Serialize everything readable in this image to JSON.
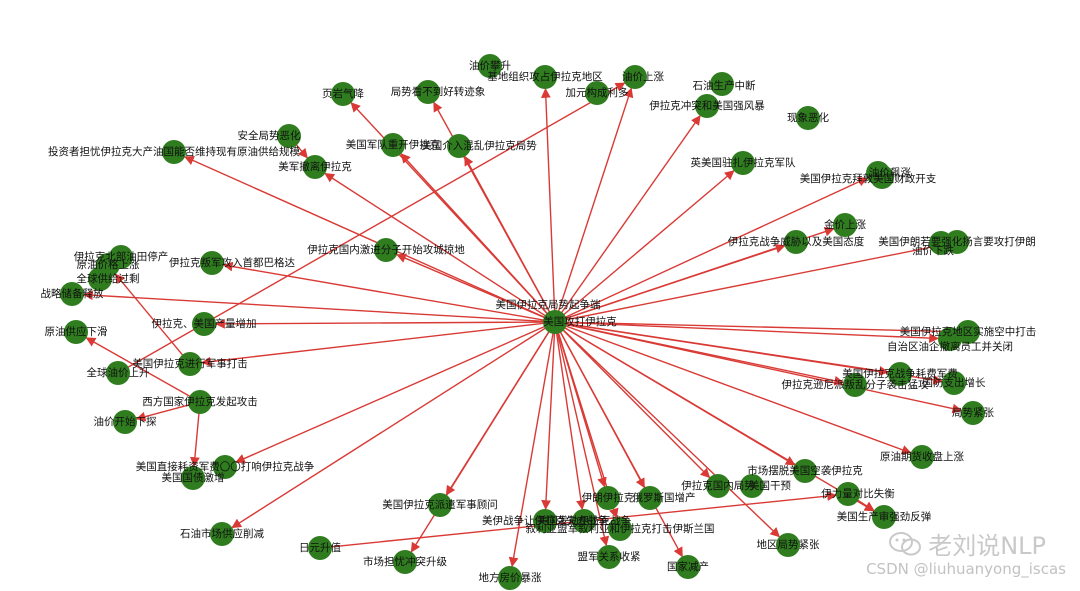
{
  "graph": {
    "hub": {
      "id": "hub",
      "label": "美国攻打伊拉克"
    },
    "hub_label_2": "美国伊拉克局势起争端",
    "nodes": [
      {
        "id": "n1",
        "label": "油价攀升"
      },
      {
        "id": "n2",
        "label": "基地组织攻占伊拉克地区"
      },
      {
        "id": "n3",
        "label": "油价上涨"
      },
      {
        "id": "n4",
        "label": "加元构成利多"
      },
      {
        "id": "n5",
        "label": "石油生产中断"
      },
      {
        "id": "n6",
        "label": "伊拉克冲突和美国强风暴"
      },
      {
        "id": "n7",
        "label": "页岩气降"
      },
      {
        "id": "n8",
        "label": "局势看不到好转迹象"
      },
      {
        "id": "n9",
        "label": "现象恶化"
      },
      {
        "id": "n10",
        "label": "安全局势恶化"
      },
      {
        "id": "n11",
        "label": "美国军队重开伊拉克"
      },
      {
        "id": "n12",
        "label": "美国介入混乱伊拉克局势"
      },
      {
        "id": "n13",
        "label": "投资者担忧伊拉克大产油国能否维持现有原油供给规模"
      },
      {
        "id": "n14",
        "label": "美军撤离伊拉克"
      },
      {
        "id": "n15",
        "label": "英美国驻扎伊拉克军队"
      },
      {
        "id": "n16",
        "label": "美国伊拉克拜敦美国财政开支"
      },
      {
        "id": "n17",
        "label": "油价飙涨"
      },
      {
        "id": "n18",
        "label": "金价上涨"
      },
      {
        "id": "n19",
        "label": "伊拉克战争威胁以及美国态度"
      },
      {
        "id": "n20",
        "label": "美国伊朗若要强化扬言要攻打伊朗"
      },
      {
        "id": "n21",
        "label": "油价下跌"
      },
      {
        "id": "n22",
        "label": "伊拉克国内激进分子开始攻城掠地"
      },
      {
        "id": "n23",
        "label": "伊拉克北部油田停产"
      },
      {
        "id": "n24",
        "label": "原油价格上涨"
      },
      {
        "id": "n25",
        "label": "伊拉克叛军攻入首都巴格达"
      },
      {
        "id": "n26",
        "label": "全球供给过剩"
      },
      {
        "id": "n27",
        "label": "战略储备释放"
      },
      {
        "id": "n28",
        "label": "伊拉克、美国产量增加"
      },
      {
        "id": "n29",
        "label": "原油供应下滑"
      },
      {
        "id": "n30",
        "label": "美国伊拉克地区实施空中打击"
      },
      {
        "id": "n31",
        "label": "自治区油企撤离员工并关闭"
      },
      {
        "id": "n32",
        "label": "美国伊拉克进行军事打击"
      },
      {
        "id": "n33",
        "label": "全球油价上升"
      },
      {
        "id": "n34",
        "label": "美国伊拉克战争耗费军费"
      },
      {
        "id": "n35",
        "label": "国防支出增长"
      },
      {
        "id": "n36",
        "label": "伊拉克逊尼派叛乱分子袭击猛攻"
      },
      {
        "id": "n37",
        "label": "西方国家伊拉克发起攻击"
      },
      {
        "id": "n38",
        "label": "局势紧张"
      },
      {
        "id": "n39",
        "label": "油价开始下探"
      },
      {
        "id": "n40",
        "label": "原油期货收盘上涨"
      },
      {
        "id": "n41",
        "label": "美国直接耗资军费〇〇打响伊拉克战争"
      },
      {
        "id": "n42",
        "label": "美国国债激增"
      },
      {
        "id": "n43",
        "label": "市场摆脱美国空袭伊拉克"
      },
      {
        "id": "n44",
        "label": "伊拉克国内局势"
      },
      {
        "id": "n45",
        "label": "美国干预"
      },
      {
        "id": "n46",
        "label": "伊力量对比失衡"
      },
      {
        "id": "n47",
        "label": "美国伊拉克派遣军事顾问"
      },
      {
        "id": "n48",
        "label": "伊朗伊拉克"
      },
      {
        "id": "n49",
        "label": "俄罗斯国增产"
      },
      {
        "id": "n50",
        "label": "美伊战争让伊拉克失去战争"
      },
      {
        "id": "n51",
        "label": "美国发动伊拉克战争"
      },
      {
        "id": "n52",
        "label": "叙利亚盟军叙利亚和伊拉克打击伊斯兰国"
      },
      {
        "id": "n53",
        "label": "美国生产审强劲反弹"
      },
      {
        "id": "n54",
        "label": "石油市场供应削减"
      },
      {
        "id": "n55",
        "label": "日元升值"
      },
      {
        "id": "n56",
        "label": "市场担忧冲突升级"
      },
      {
        "id": "n57",
        "label": "盟军关系收紧"
      },
      {
        "id": "n58",
        "label": "地区局势紧张"
      },
      {
        "id": "n59",
        "label": "国家减产"
      },
      {
        "id": "n60",
        "label": "地方房价暴涨"
      }
    ],
    "edges": [
      [
        "hub",
        "n2"
      ],
      [
        "hub",
        "n3"
      ],
      [
        "hub",
        "n6"
      ],
      [
        "hub",
        "n7"
      ],
      [
        "hub",
        "n8"
      ],
      [
        "hub",
        "n11"
      ],
      [
        "hub",
        "n12"
      ],
      [
        "hub",
        "n13"
      ],
      [
        "hub",
        "n14"
      ],
      [
        "hub",
        "n15"
      ],
      [
        "hub",
        "n16"
      ],
      [
        "hub",
        "n18"
      ],
      [
        "hub",
        "n19"
      ],
      [
        "hub",
        "n20"
      ],
      [
        "hub",
        "n22"
      ],
      [
        "hub",
        "n25"
      ],
      [
        "hub",
        "n27"
      ],
      [
        "hub",
        "n28"
      ],
      [
        "hub",
        "n30"
      ],
      [
        "hub",
        "n31"
      ],
      [
        "hub",
        "n32"
      ],
      [
        "hub",
        "n34"
      ],
      [
        "hub",
        "n35"
      ],
      [
        "hub",
        "n36"
      ],
      [
        "hub",
        "n38"
      ],
      [
        "hub",
        "n40"
      ],
      [
        "hub",
        "n41"
      ],
      [
        "hub",
        "n43"
      ],
      [
        "hub",
        "n44"
      ],
      [
        "hub",
        "n47"
      ],
      [
        "hub",
        "n48"
      ],
      [
        "hub",
        "n49"
      ],
      [
        "hub",
        "n50"
      ],
      [
        "hub",
        "n51"
      ],
      [
        "hub",
        "n52"
      ],
      [
        "hub",
        "n53"
      ],
      [
        "hub",
        "n54"
      ],
      [
        "hub",
        "n56"
      ],
      [
        "hub",
        "n57"
      ],
      [
        "hub",
        "n58"
      ],
      [
        "hub",
        "n59"
      ],
      [
        "hub",
        "n60"
      ],
      [
        "n37",
        "n39"
      ],
      [
        "n37",
        "n42"
      ],
      [
        "n37",
        "n29"
      ],
      [
        "n32",
        "n24"
      ],
      [
        "n33",
        "n3"
      ],
      [
        "n55",
        "n46"
      ],
      [
        "n10",
        "n14"
      ],
      [
        "n46",
        "n53"
      ]
    ]
  },
  "watermark": {
    "text": "老刘说NLP",
    "icon": "wechat-icon"
  },
  "credit": "CSDN @liuhuanyong_iscas",
  "colors": {
    "node": "#2f7d1f",
    "edge": "#d93a35"
  }
}
